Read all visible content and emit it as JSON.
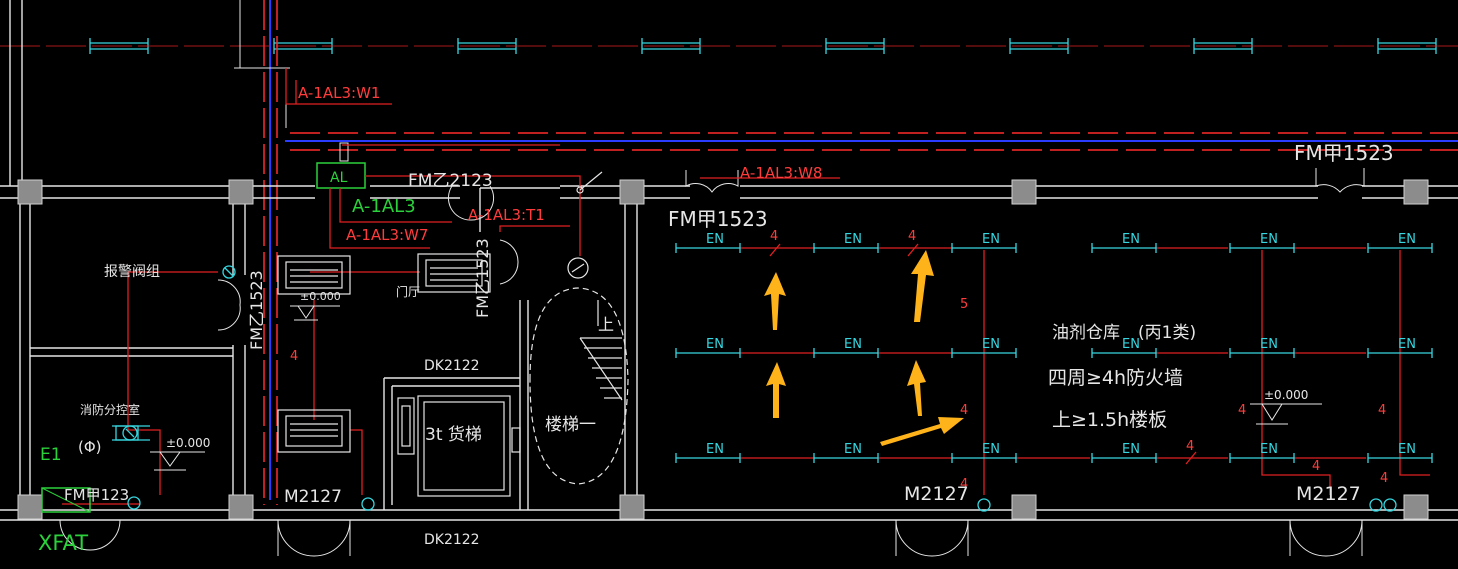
{
  "colors": {
    "background": "#000000",
    "wall": "#e6e6e6",
    "grid_dash": "#ff2a2a",
    "cable": "#e02020",
    "blue_line": "#2a3cff",
    "cyan": "#36d7e0",
    "green": "#2bd13b",
    "column_fill": "#8c8c8c",
    "arrow": "#ffb31a",
    "label_white": "#e6e6e6",
    "label_red": "#ff3c3c"
  },
  "labels": {
    "cable_w1": "A-1AL3:W1",
    "cable_w7": "A-1AL3:W7",
    "cable_w8": "A-1AL3:W8",
    "cable_t1": "A-1AL3:T1",
    "panel_name": "A-1AL3",
    "panel_tag": "AL",
    "fm_z2123": "FM乙2123",
    "fm_j1523_left": "FM甲1523",
    "fm_j1523_right": "FM甲1523",
    "fm_z1523_left": "FM乙1523",
    "fm_z1523_mid": "FM乙1523",
    "fm_j123": "FM甲123",
    "door_m2127_left": "M2127",
    "door_m2127_mid": "M2127",
    "door_m2127_right": "M2127",
    "dk2122_top": "DK2122",
    "dk2122_bottom": "DK2122",
    "elevator": "3t 货梯",
    "stair": "楼梯一",
    "stair_up": "上",
    "alarm_valve": "报警阀组",
    "fire_control": "消防分控室",
    "phi": "(Φ)",
    "elev_000_a": "±0.000",
    "elev_000_b": "±0.000",
    "elev_000_c": "±0.000",
    "e1": "E1",
    "xfat": "XFAT",
    "room_line1": "油剂仓库",
    "room_class": "(丙1类)",
    "room_line2": "四周≥4h防火墙",
    "room_line3": "上≥1.5h楼板",
    "light_en": "EN",
    "count_4": "4",
    "count_5": "5",
    "sym_0": "0",
    "door_small": "门厅"
  }
}
